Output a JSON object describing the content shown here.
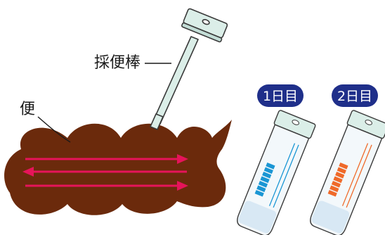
{
  "labels": {
    "stick": "採便棒",
    "stool": "便"
  },
  "tubes": [
    {
      "day_label": "1日目",
      "color": "#1a96d4"
    },
    {
      "day_label": "2日目",
      "color": "#ef6a2a"
    }
  ],
  "colors": {
    "badge": "#1f2f8a",
    "stool": "#6b2a0c",
    "arrows": "#e6145a",
    "stick_fill": "#dbeee8",
    "stick_stroke": "#3a3a3a"
  }
}
